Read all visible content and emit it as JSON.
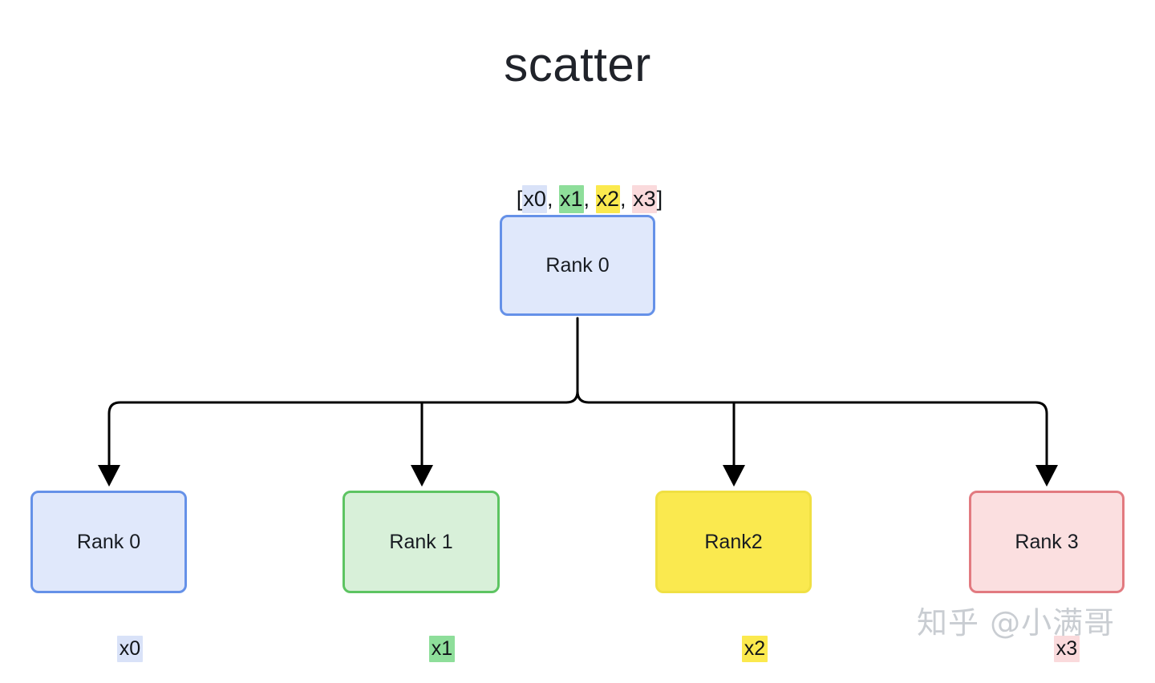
{
  "diagram": {
    "title": "scatter",
    "type": "scatter-collective-operation",
    "source_array": {
      "open_bracket": "[",
      "close_bracket": "]",
      "separator": ", ",
      "elements": [
        {
          "text": "x0",
          "highlight": "#d9e2f8"
        },
        {
          "text": "x1",
          "highlight": "#8ede9a"
        },
        {
          "text": "x2",
          "highlight": "#fbe94e"
        },
        {
          "text": "x3",
          "highlight": "#fadadc"
        }
      ]
    },
    "root": {
      "label": "Rank 0",
      "fill": "#e0e8fb",
      "border": "#6591e8"
    },
    "leaves": [
      {
        "label": "Rank 0",
        "fill": "#e0e8fb",
        "border": "#6591e8",
        "chunk": "x0",
        "chunk_highlight": "#d9e2f8"
      },
      {
        "label": "Rank 1",
        "fill": "#d8f0d9",
        "border": "#5dc462",
        "chunk": "x1",
        "chunk_highlight": "#8ede9a"
      },
      {
        "label": "Rank2",
        "fill": "#fae94f",
        "border": "#f0e043",
        "chunk": "x2",
        "chunk_highlight": "#fbe94e"
      },
      {
        "label": "Rank 3",
        "fill": "#fbdfe0",
        "border": "#e27a80",
        "chunk": "x3",
        "chunk_highlight": "#fadadc"
      }
    ],
    "connector": {
      "stroke": "#000000",
      "stroke_width": 3,
      "style": "orthogonal-tree-with-arrowheads"
    }
  },
  "watermark": {
    "text": "知乎 @小满哥",
    "color": "#c9cdd2"
  }
}
